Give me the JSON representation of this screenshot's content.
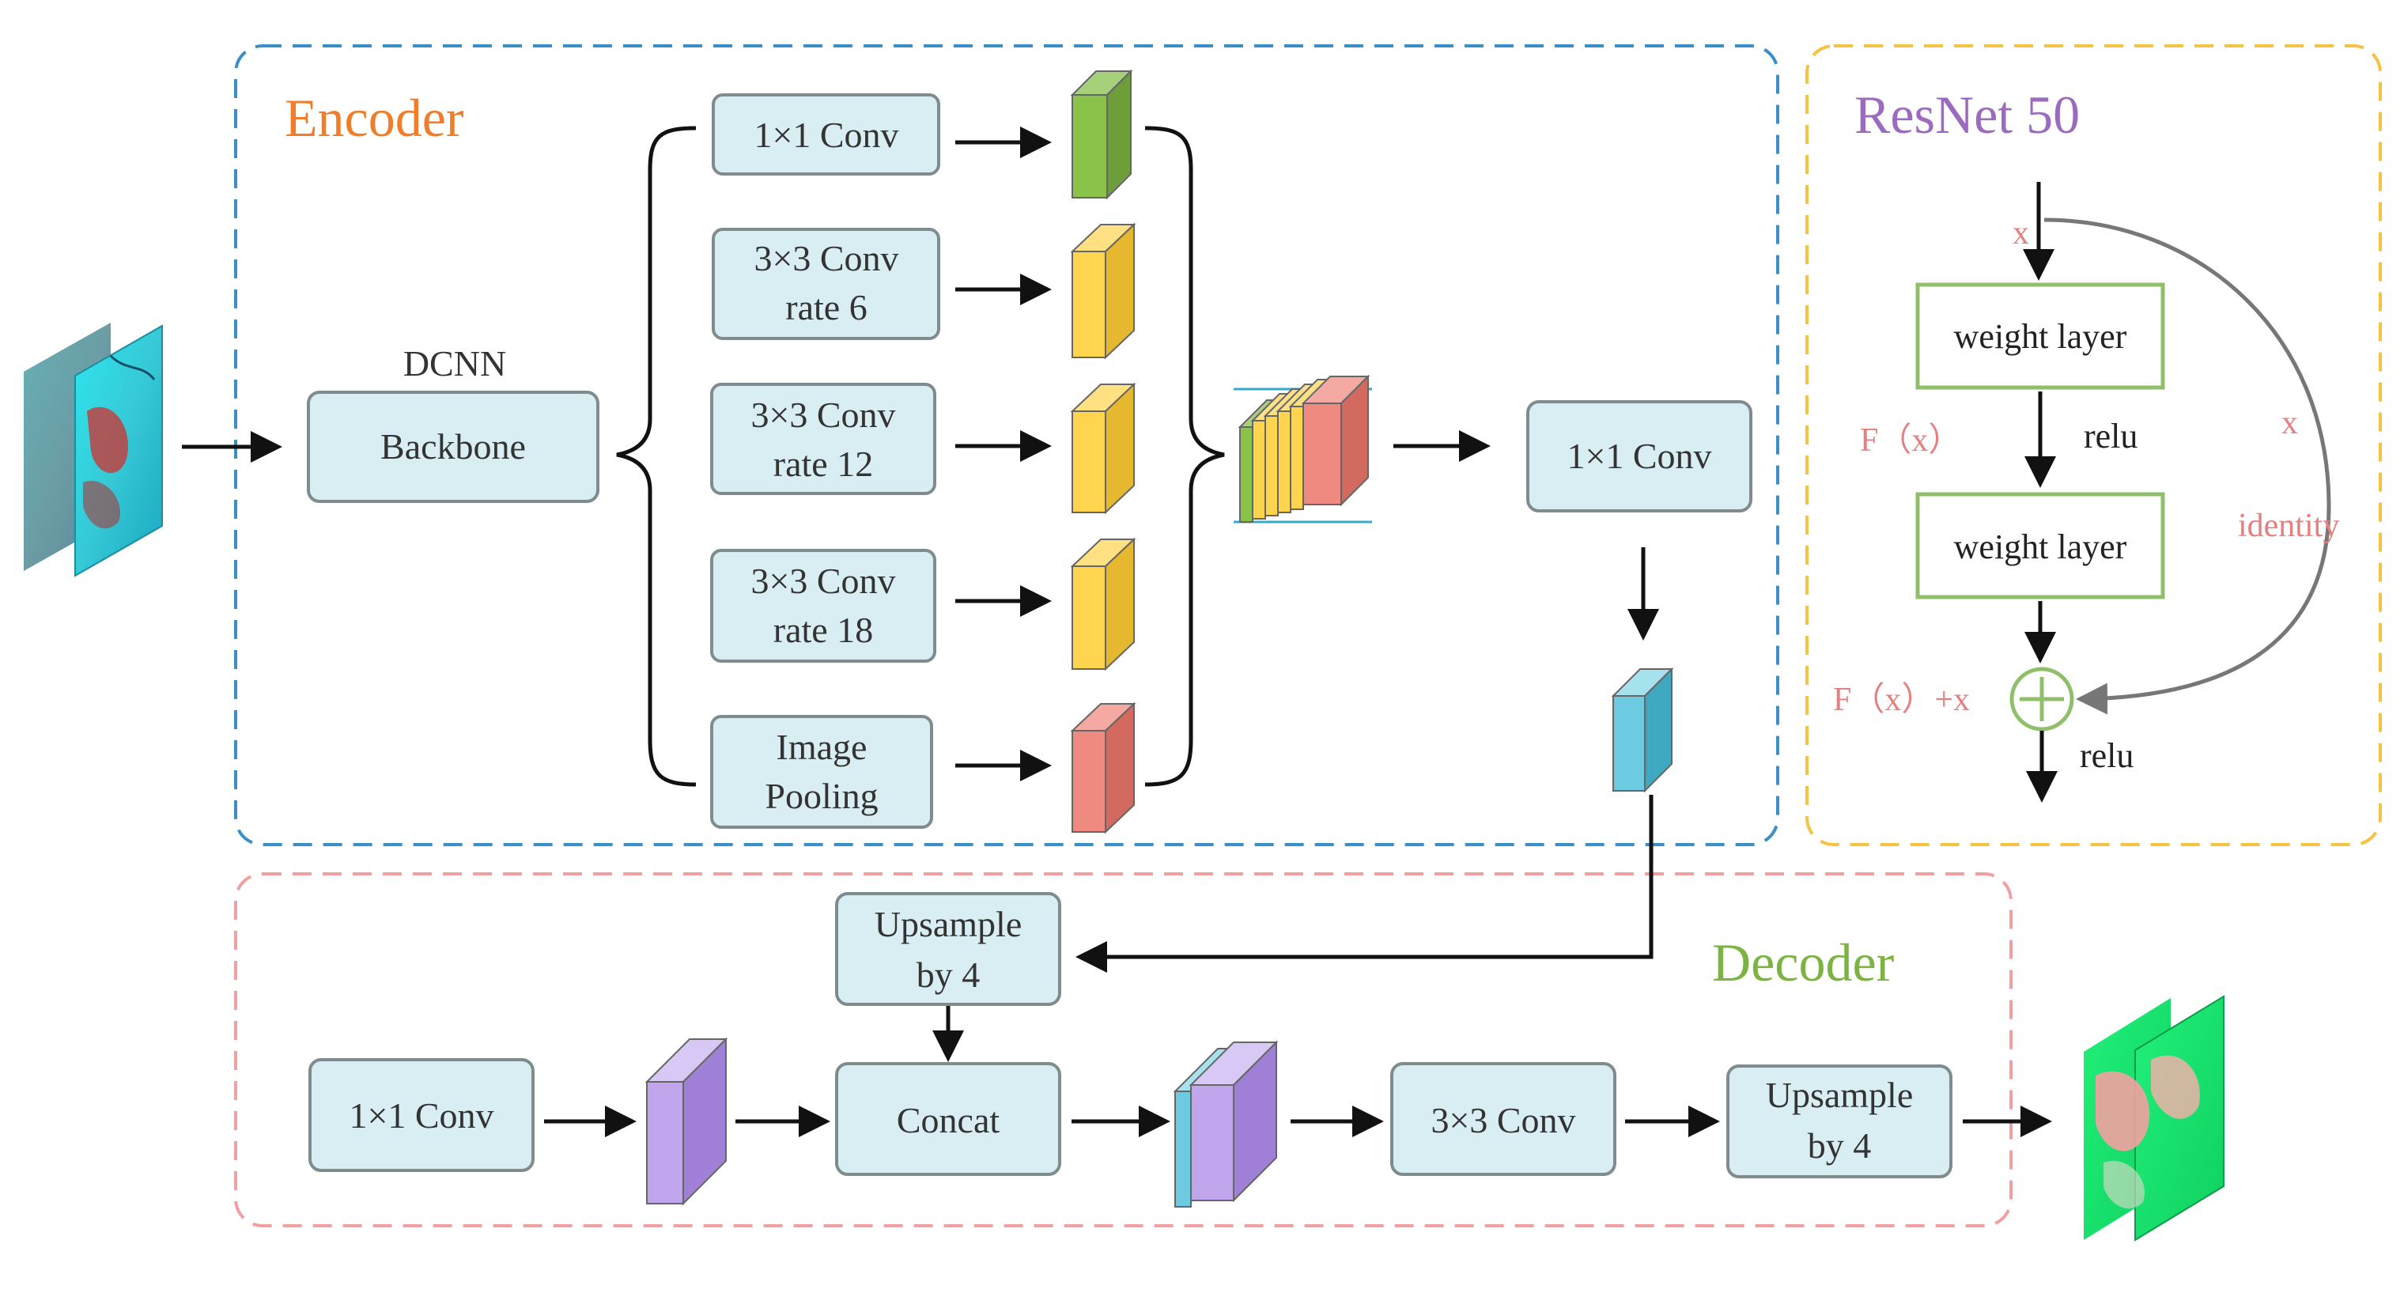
{
  "encoder": {
    "title": "Encoder"
  },
  "decoder": {
    "title": "Decoder"
  },
  "resnet": {
    "title": "ResNet 50",
    "input_label": "x",
    "layer1": "weight layer",
    "layer2": "weight layer",
    "fx_label": "F（x）",
    "relu1": "relu",
    "relu2": "relu",
    "skip_x": "x",
    "identity": "identity",
    "sum_label": "F（x）+x"
  },
  "backbone": {
    "caption": "DCNN",
    "label": "Backbone"
  },
  "aspp": [
    {
      "line1": "1×1 Conv",
      "line2": ""
    },
    {
      "line1": "3×3 Conv",
      "line2": "rate 6"
    },
    {
      "line1": "3×3 Conv",
      "line2": "rate 12"
    },
    {
      "line1": "3×3 Conv",
      "line2": "rate 18"
    },
    {
      "line1": "Image",
      "line2": "Pooling"
    }
  ],
  "encoder_out": {
    "label": "1×1 Conv"
  },
  "upsample1": {
    "line1": "Upsample",
    "line2": "by 4"
  },
  "decoder_conv1": {
    "label": "1×1 Conv"
  },
  "concat": {
    "label": "Concat"
  },
  "decoder_conv3": {
    "label": "3×3 Conv"
  },
  "upsample2": {
    "line1": "Upsample",
    "line2": "by 4"
  },
  "colors": {
    "encoder_border": "#3b8fc8",
    "resnet_border": "#f5c342",
    "decoder_border": "#f0a0a0",
    "encoder_title": "#f07d2a",
    "resnet_title": "#9b6bbf",
    "decoder_title": "#7cb342",
    "green": "#8bc34a",
    "yellow": "#ffd54f",
    "red": "#ef8a80",
    "blue": "#6ccbe0",
    "purple": "#c1a6ee"
  }
}
